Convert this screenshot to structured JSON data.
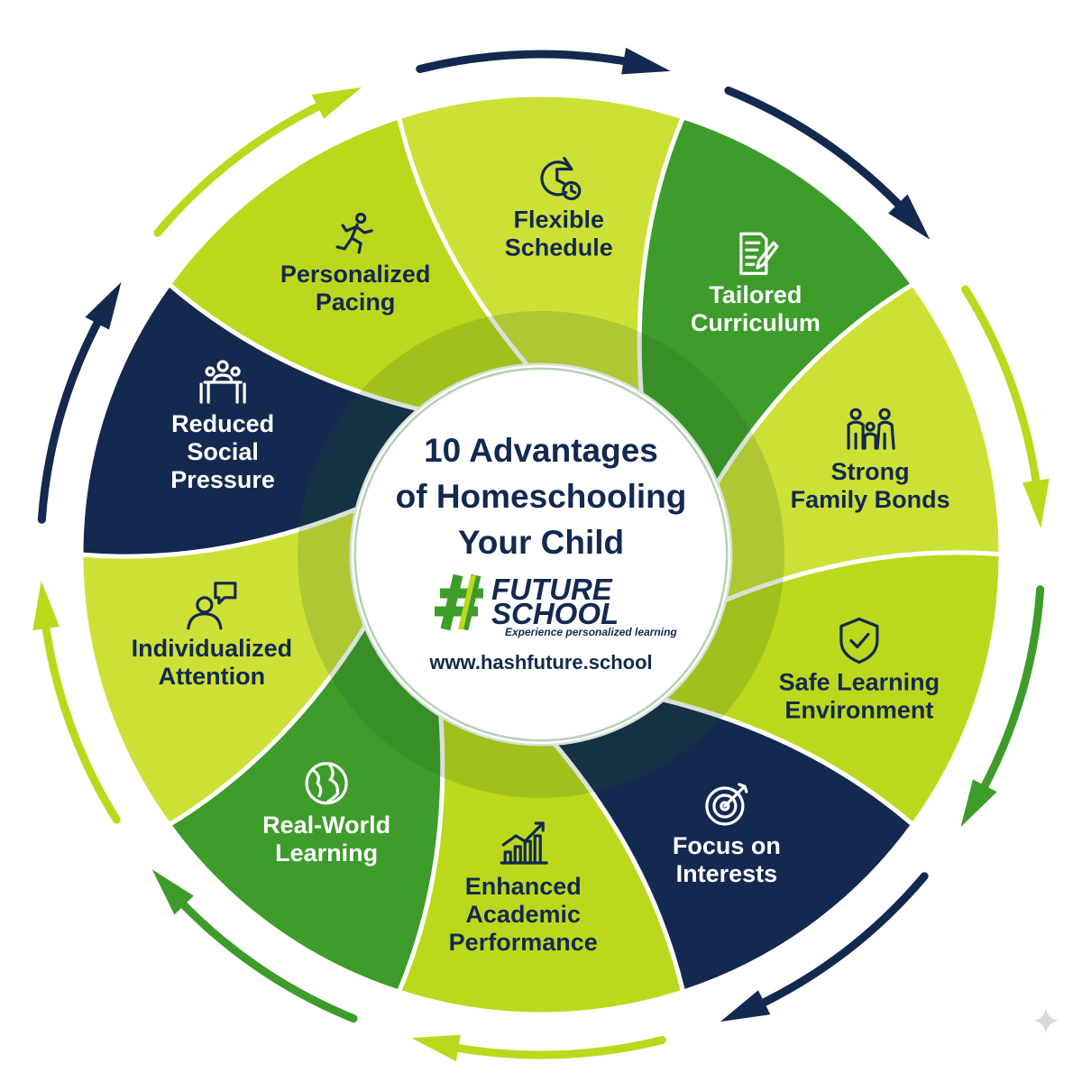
{
  "center": {
    "title_lines": [
      "10 Advantages",
      "of Homeschooling",
      "Your Child"
    ],
    "logo_line1": "FUTURE",
    "logo_line2": "SCHOOL",
    "logo_tagline": "Experience personalized learning",
    "url": "www.hashfuture.school"
  },
  "colors": {
    "navy": "#13294f",
    "lime": "#bcd81c",
    "lime_light": "#cde036",
    "green": "#3d9c2a",
    "green_dark": "#2b8a22",
    "white": "#ffffff"
  },
  "segments": [
    {
      "id": "personalized-pacing",
      "lines": [
        "Personalized",
        "Pacing"
      ],
      "icon": "running-person-icon",
      "color": "lime"
    },
    {
      "id": "flexible-schedule",
      "lines": [
        "Flexible",
        "Schedule"
      ],
      "icon": "clock-icon",
      "color": "lime_light"
    },
    {
      "id": "tailored-curriculum",
      "lines": [
        "Tailored",
        "Curriculum"
      ],
      "icon": "document-edit-icon",
      "color": "green"
    },
    {
      "id": "strong-family-bonds",
      "lines": [
        "Strong",
        "Family Bonds"
      ],
      "icon": "family-icon",
      "color": "lime_light"
    },
    {
      "id": "safe-learning-environment",
      "lines": [
        "Safe Learning",
        "Environment"
      ],
      "icon": "shield-check-icon",
      "color": "lime"
    },
    {
      "id": "focus-on-interests",
      "lines": [
        "Focus on",
        "Interests"
      ],
      "icon": "target-icon",
      "color": "navy"
    },
    {
      "id": "enhanced-academic-performance",
      "lines": [
        "Enhanced",
        "Academic",
        "Performance"
      ],
      "icon": "growth-chart-icon",
      "color": "lime"
    },
    {
      "id": "real-world-learning",
      "lines": [
        "Real-World",
        "Learning"
      ],
      "icon": "globe-icon",
      "color": "green"
    },
    {
      "id": "individualized-attention",
      "lines": [
        "Individualized",
        "Attention"
      ],
      "icon": "person-speech-icon",
      "color": "lime_light"
    },
    {
      "id": "reduced-social-pressure",
      "lines": [
        "Reduced",
        "Social",
        "Pressure"
      ],
      "icon": "group-meeting-icon",
      "color": "navy"
    }
  ],
  "outer_arrows": [
    {
      "color": "lime"
    },
    {
      "color": "navy"
    },
    {
      "color": "navy"
    },
    {
      "color": "lime"
    },
    {
      "color": "green"
    },
    {
      "color": "navy"
    },
    {
      "color": "lime"
    },
    {
      "color": "green"
    },
    {
      "color": "lime"
    },
    {
      "color": "navy"
    }
  ]
}
